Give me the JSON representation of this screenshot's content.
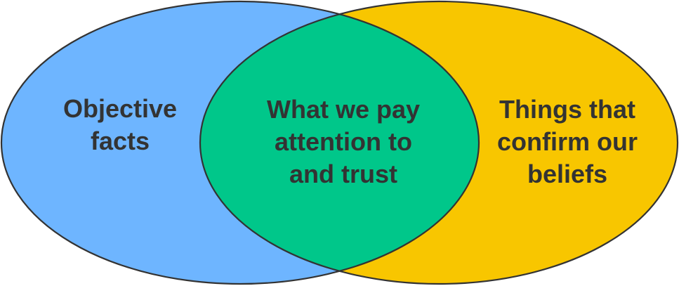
{
  "diagram": {
    "type": "venn",
    "sets": [
      {
        "id": "left",
        "lines": [
          "Objective",
          "facts"
        ],
        "label": "Objective facts",
        "color": "#6EB5FF"
      },
      {
        "id": "right",
        "lines": [
          "Things that",
          "confirm our",
          "beliefs"
        ],
        "label": "Things that confirm our beliefs",
        "color": "#F8C600"
      }
    ],
    "intersection": {
      "lines": [
        "What we pay",
        "attention to",
        "and trust"
      ],
      "label": "What we pay attention to and trust",
      "color": "#00C78A"
    },
    "stroke_color": "#333333",
    "text_color": "#333333"
  }
}
